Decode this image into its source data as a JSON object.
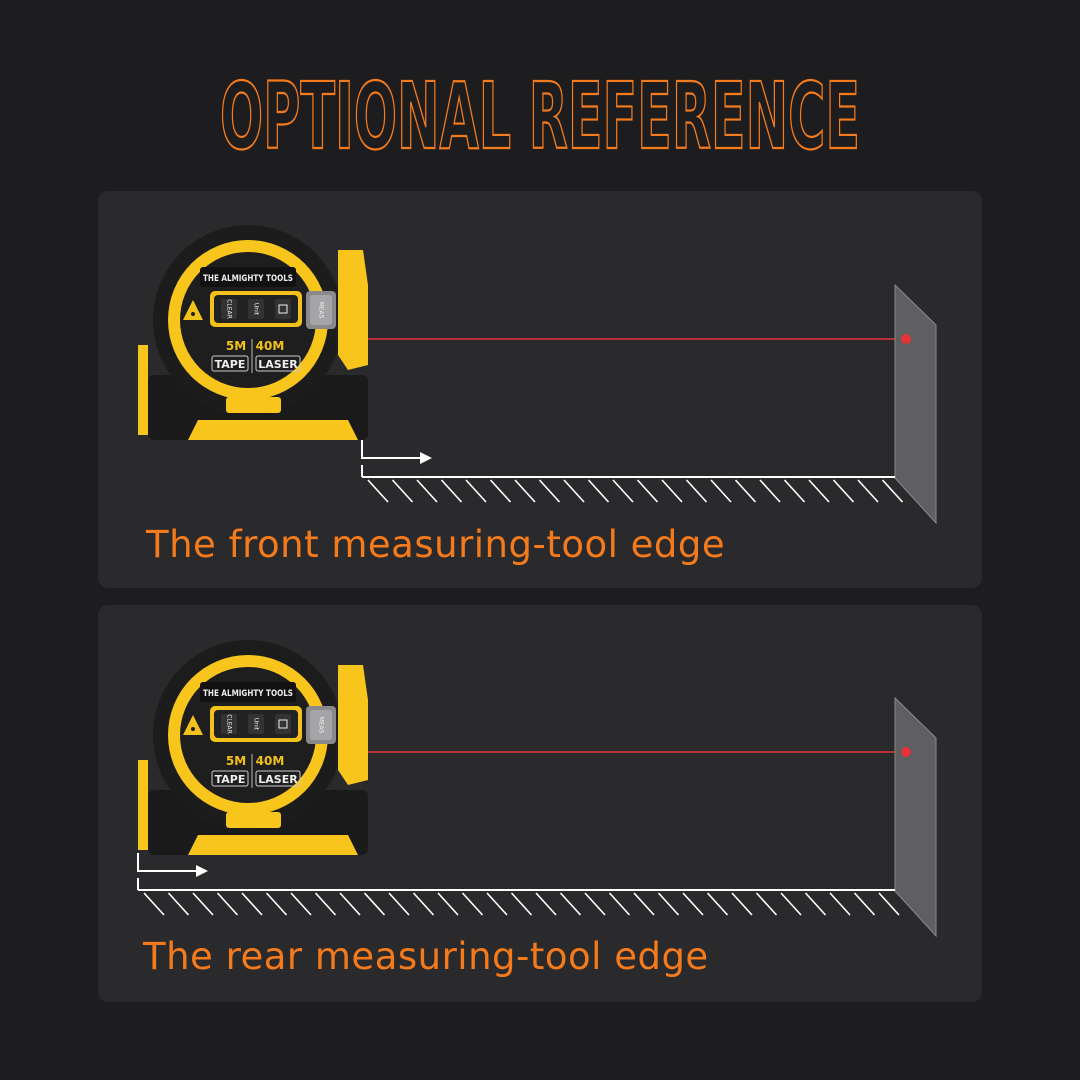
{
  "title": "OPTIONAL REFERENCE",
  "colors": {
    "accent": "#f47a1c",
    "laser": "#e8323a",
    "tool_yellow": "#f7c51b",
    "background": "#1d1d1f",
    "panel": "#2a2a2c"
  },
  "product": {
    "brand": "THE ALMIGHTY TOOLS",
    "buttons": [
      "CLEAR",
      "Unit",
      "",
      "MEAS"
    ],
    "tape_range": "5M",
    "laser_range": "40M",
    "tape_label": "TAPE",
    "laser_label": "LASER"
  },
  "panels": [
    {
      "caption": "The front measuring-tool edge",
      "reference": "front"
    },
    {
      "caption": "The rear measuring-tool edge",
      "reference": "rear"
    }
  ]
}
